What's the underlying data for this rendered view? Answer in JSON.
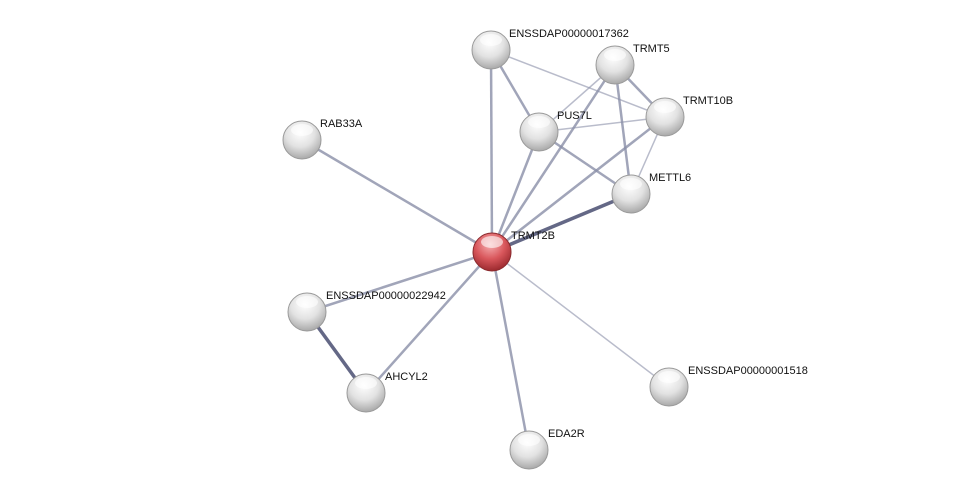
{
  "network": {
    "query_node": "TRMT2B",
    "colors": {
      "query": "#d9575c",
      "other": "#e6e6e6",
      "edge": "#8a8fa8",
      "edge_strong": "#5c6080"
    },
    "nodes": [
      {
        "id": "ENSSDAP00000017362"
      },
      {
        "id": "TRMT5"
      },
      {
        "id": "TRMT10B"
      },
      {
        "id": "PUS7L"
      },
      {
        "id": "RAB33A"
      },
      {
        "id": "METTL6"
      },
      {
        "id": "TRMT2B"
      },
      {
        "id": "ENSSDAP00000022942"
      },
      {
        "id": "AHCYL2"
      },
      {
        "id": "ENSSDAP00000001518"
      },
      {
        "id": "EDA2R"
      }
    ],
    "edges": [
      {
        "source": "TRMT2B",
        "target": "ENSSDAP00000017362",
        "strength": "medium"
      },
      {
        "source": "TRMT2B",
        "target": "PUS7L",
        "strength": "medium"
      },
      {
        "source": "TRMT2B",
        "target": "TRMT5",
        "strength": "medium"
      },
      {
        "source": "TRMT2B",
        "target": "TRMT10B",
        "strength": "medium"
      },
      {
        "source": "TRMT2B",
        "target": "METTL6",
        "strength": "high"
      },
      {
        "source": "TRMT2B",
        "target": "RAB33A",
        "strength": "medium"
      },
      {
        "source": "TRMT2B",
        "target": "ENSSDAP00000022942",
        "strength": "medium"
      },
      {
        "source": "TRMT2B",
        "target": "AHCYL2",
        "strength": "medium"
      },
      {
        "source": "TRMT2B",
        "target": "ENSSDAP00000001518",
        "strength": "low"
      },
      {
        "source": "TRMT2B",
        "target": "EDA2R",
        "strength": "medium"
      },
      {
        "source": "ENSSDAP00000017362",
        "target": "PUS7L",
        "strength": "medium"
      },
      {
        "source": "ENSSDAP00000017362",
        "target": "TRMT10B",
        "strength": "low"
      },
      {
        "source": "PUS7L",
        "target": "TRMT5",
        "strength": "low"
      },
      {
        "source": "PUS7L",
        "target": "TRMT10B",
        "strength": "low"
      },
      {
        "source": "PUS7L",
        "target": "METTL6",
        "strength": "medium"
      },
      {
        "source": "TRMT5",
        "target": "TRMT10B",
        "strength": "medium"
      },
      {
        "source": "TRMT5",
        "target": "METTL6",
        "strength": "medium"
      },
      {
        "source": "TRMT10B",
        "target": "METTL6",
        "strength": "low"
      },
      {
        "source": "ENSSDAP00000022942",
        "target": "AHCYL2",
        "strength": "high"
      }
    ]
  }
}
